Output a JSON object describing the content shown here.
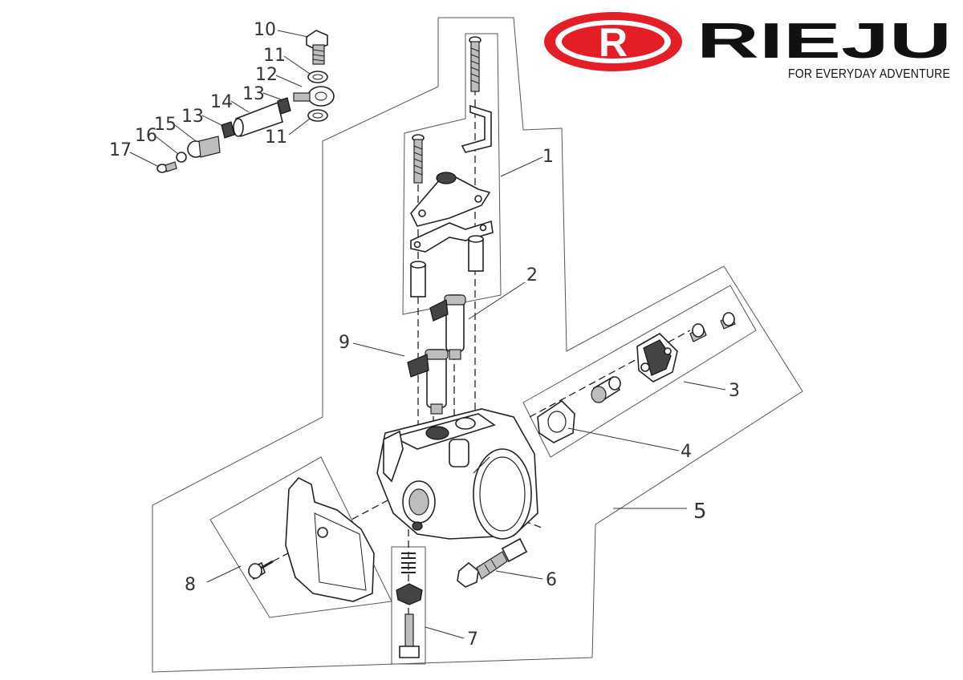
{
  "brand": {
    "name": "RIEJU",
    "tagline": "FOR EVERYDAY ADVENTURE",
    "logo_letter": "R",
    "colors": {
      "red": "#e41e26",
      "black": "#111111"
    }
  },
  "callouts": {
    "c1": "1",
    "c2": "2",
    "c3": "3",
    "c4": "4",
    "c5": "5",
    "c6": "6",
    "c7": "7",
    "c8": "8",
    "c9": "9",
    "c10": "10",
    "c11a": "11",
    "c11b": "11",
    "c12": "12",
    "c13a": "13",
    "c13b": "13",
    "c14": "14",
    "c15": "15",
    "c16": "16",
    "c17": "17"
  }
}
